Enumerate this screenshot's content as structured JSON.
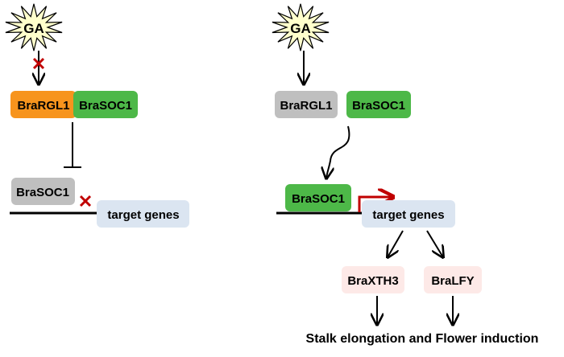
{
  "left_panel": {
    "signal": "GA",
    "repressor": "BraRGL1",
    "complex_partner": "BraSOC1",
    "free_factor": "BraSOC1",
    "target": "target genes"
  },
  "right_panel": {
    "signal": "GA",
    "repressor": "BraRGL1",
    "released_factor": "BraSOC1",
    "bound_factor": "BraSOC1",
    "target": "target genes",
    "downstream": [
      "BraXTH3",
      "BraLFY"
    ],
    "outcome": "Stalk elongation and Flower induction"
  },
  "colors": {
    "orange_box": "#f7941d",
    "green_box": "#4db848",
    "gray_box": "#bfbfbf",
    "blue_box": "#dbe5f1",
    "pink_box": "#fde9e7",
    "starburst": "#ffffcc",
    "block_mark": "#c00000",
    "active_arrow": "#c00000"
  }
}
